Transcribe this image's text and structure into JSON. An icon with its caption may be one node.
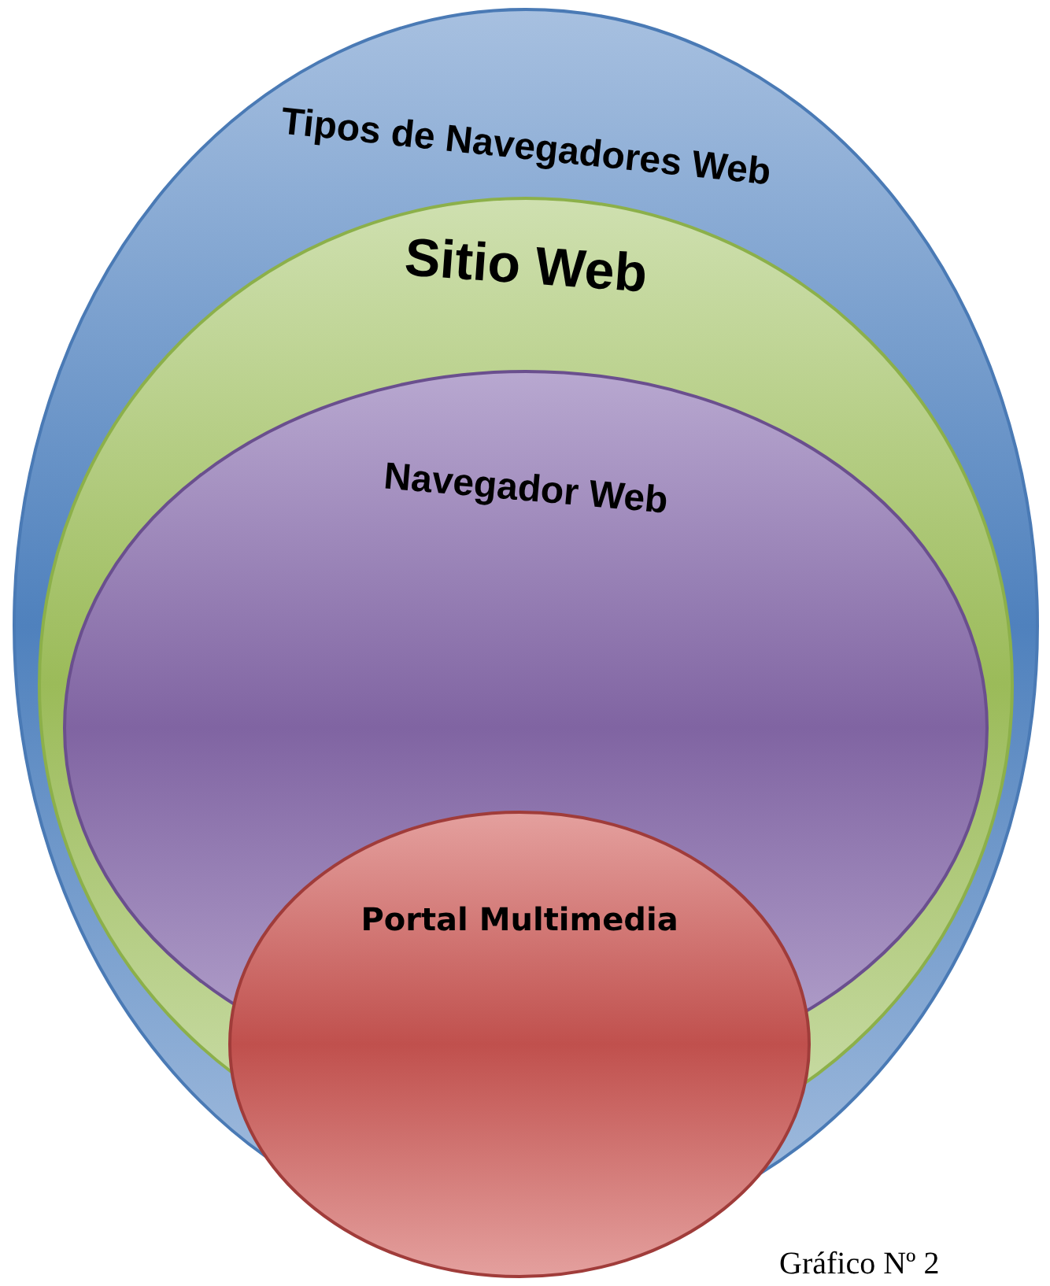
{
  "diagram": {
    "caption": "Gráfico Nº 2",
    "nodes": [
      {
        "text": [
          "Tipos de Navegadores Web"
        ]
      },
      {
        "text": [
          "Sitio Web"
        ],
        "in": 0
      },
      {
        "text": [
          "Navegador Web"
        ],
        "in": 1
      },
      {
        "text": [
          "Portal Multimedia"
        ]
      }
    ]
  }
}
